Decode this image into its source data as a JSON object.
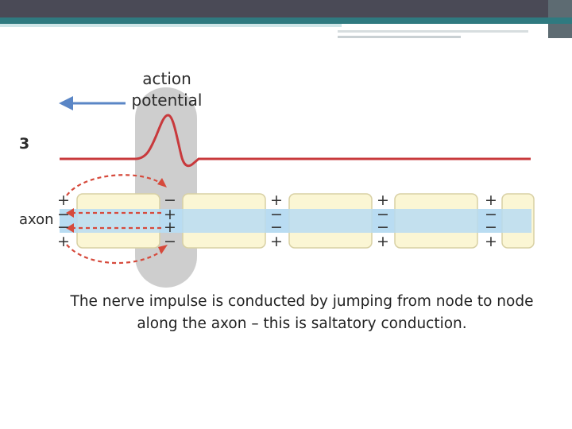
{
  "diagram": {
    "step_number": "3",
    "action_potential_label": "action potential",
    "axon_label": "axon",
    "caption": "The nerve impulse is conducted by jumping from node to node along the axon – this is saltatory conduction.",
    "node_charges": [
      [
        "+",
        "−",
        "−",
        "+"
      ],
      [
        "−",
        "+",
        "+",
        "−"
      ],
      [
        "+",
        "−",
        "−",
        "+"
      ],
      [
        "+",
        "−",
        "−",
        "+"
      ],
      [
        "+",
        "−",
        "−",
        "+"
      ]
    ],
    "colors": {
      "wave": "#c8393c",
      "axon": "#b8dcf2",
      "myelin": "#fbf6d4",
      "arrow_current": "#d64a3c",
      "arrow_direction": "#5a86c6",
      "highlight": "#c9c9c9"
    }
  }
}
